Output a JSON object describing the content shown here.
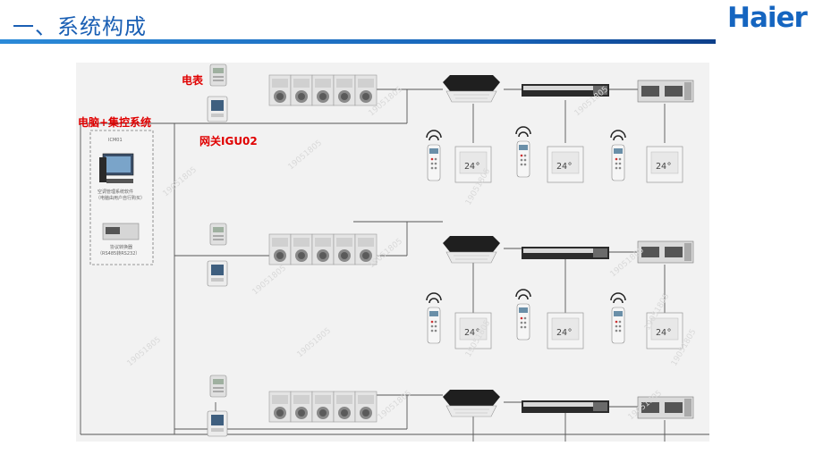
{
  "header": {
    "title": "一、系统构成",
    "logo": "Haier"
  },
  "diagram": {
    "labels": {
      "meter": "电表",
      "pc_system": "电脑+集控系统",
      "gateway": "网关IGU02"
    },
    "pc_box": {
      "id": "ICM01",
      "software_line1": "空调管理系统软件",
      "software_line2": "（电脑由用户自行购买）",
      "converter_line1": "协议转换器",
      "converter_line2": "（RS485转RS232）"
    },
    "thermostat_temp": "24°",
    "watermark": "19051805"
  },
  "colors": {
    "title": "#1a5fb4",
    "bar": "#1763b8",
    "logo": "#1565c0",
    "red_label": "#e00000"
  }
}
